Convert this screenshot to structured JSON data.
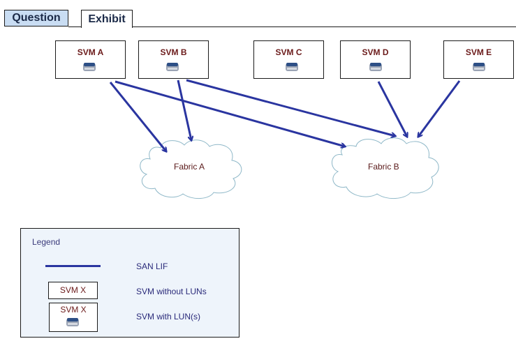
{
  "tabs": [
    {
      "label": "Question",
      "active": false
    },
    {
      "label": "Exhibit",
      "active": true
    }
  ],
  "svms": [
    {
      "name": "SVM A",
      "has_luns": true
    },
    {
      "name": "SVM B",
      "has_luns": true
    },
    {
      "name": "SVM C",
      "has_luns": true
    },
    {
      "name": "SVM D",
      "has_luns": true
    },
    {
      "name": "SVM E",
      "has_luns": true
    }
  ],
  "fabrics": [
    {
      "name": "Fabric A"
    },
    {
      "name": "Fabric B"
    }
  ],
  "connections": [
    {
      "from": "SVM A",
      "to": "Fabric A",
      "type": "SAN LIF"
    },
    {
      "from": "SVM A",
      "to": "Fabric B",
      "type": "SAN LIF"
    },
    {
      "from": "SVM B",
      "to": "Fabric A",
      "type": "SAN LIF"
    },
    {
      "from": "SVM B",
      "to": "Fabric B",
      "type": "SAN LIF"
    },
    {
      "from": "SVM D",
      "to": "Fabric B",
      "type": "SAN LIF"
    },
    {
      "from": "SVM E",
      "to": "Fabric B",
      "type": "SAN LIF"
    }
  ],
  "legend": {
    "title": "Legend",
    "items": [
      {
        "symbol": "line",
        "label": "SAN LIF"
      },
      {
        "symbol": "svm-box",
        "box_label": "SVM X",
        "label": "SVM without LUNs"
      },
      {
        "symbol": "svm-box-disk",
        "box_label": "SVM X",
        "label": "SVM with LUN(s)"
      }
    ]
  },
  "colors": {
    "lif_line": "#2a35a0",
    "svm_label": "#6b1a1a",
    "cloud_stroke": "#8fb8c8",
    "question_tab_bg": "#c9ddf3",
    "legend_bg": "#eef4fb"
  },
  "icons": {
    "disk": "lun-disk-icon",
    "cloud": "fabric-cloud-icon"
  }
}
